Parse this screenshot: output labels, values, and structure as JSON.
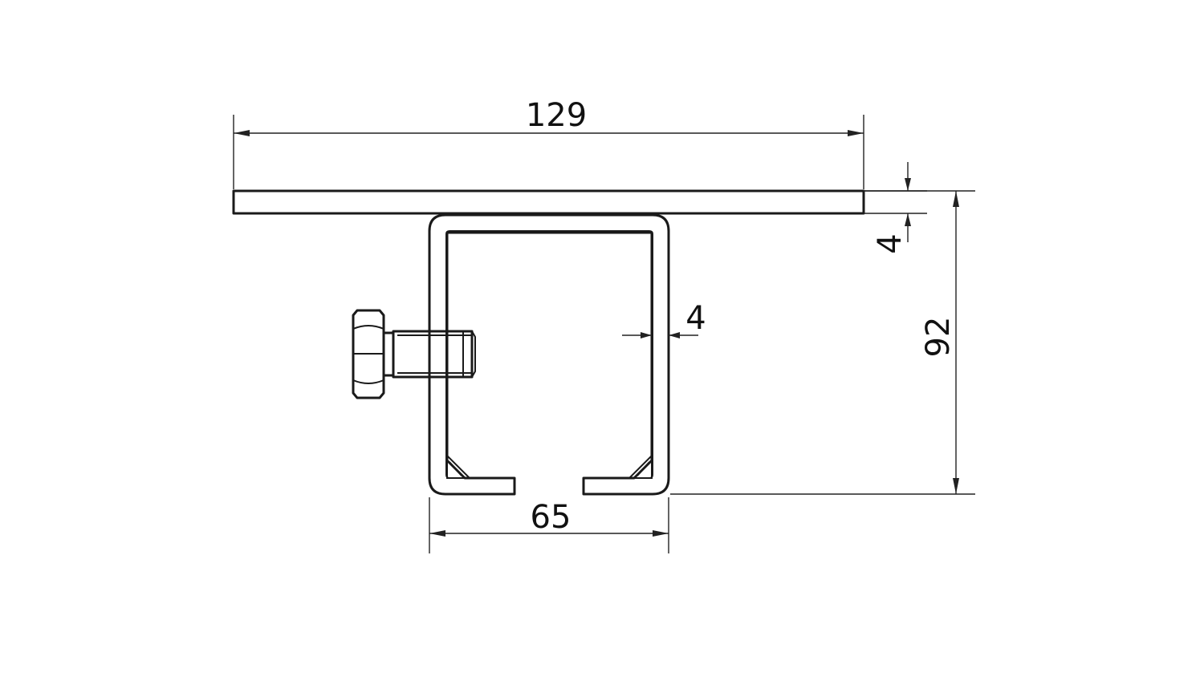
{
  "dimensions": {
    "plate_width": "129",
    "plate_thickness": "4",
    "rail_height": "92",
    "wall_thickness": "4",
    "rail_width": "65"
  },
  "colors": {
    "line": "#1a1a1a",
    "background": "#ffffff"
  }
}
